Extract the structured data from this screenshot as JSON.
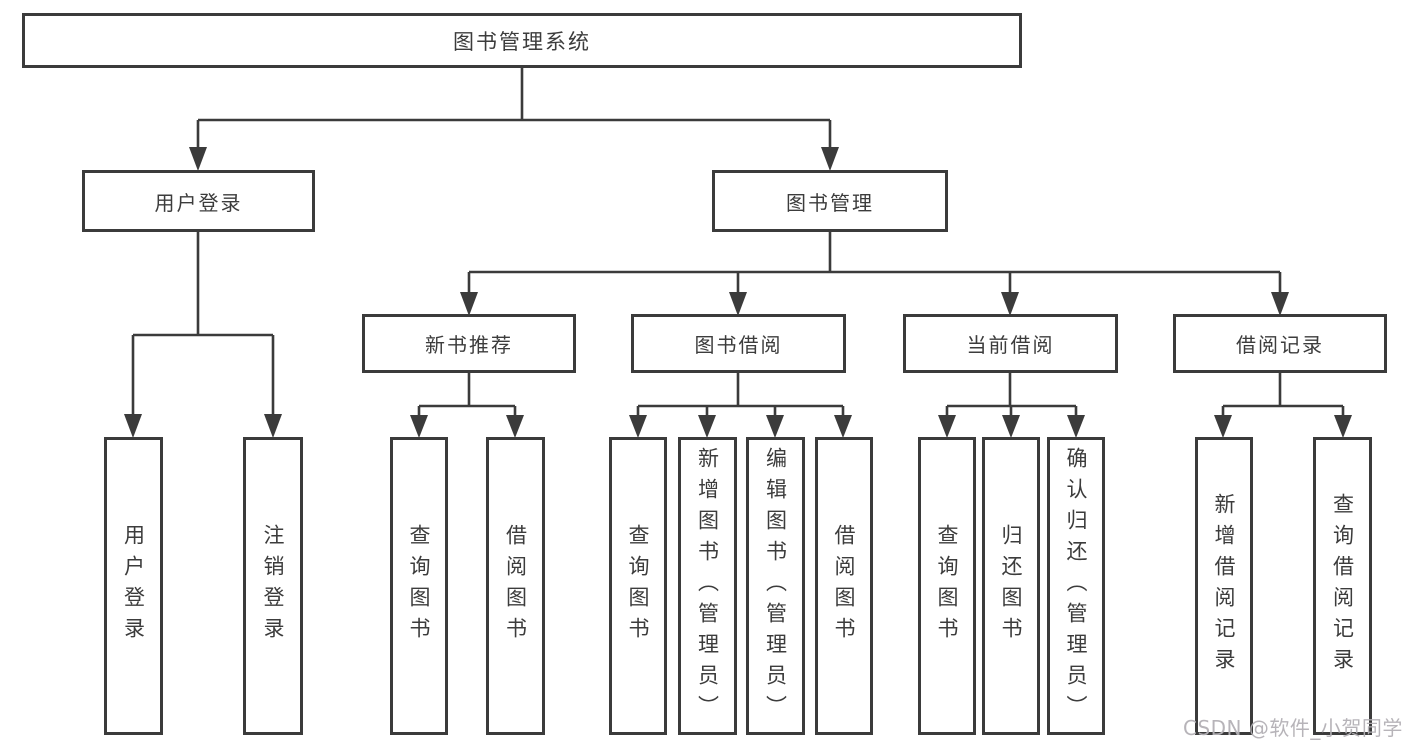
{
  "diagram": {
    "watermark": "CSDN @软件_小贺同学",
    "colors": {
      "line": "#3b3b3b",
      "text": "#3c3c3c",
      "watermark": "#b4b1b6",
      "background": "#ffffff"
    },
    "tree": {
      "label": "图书管理系统",
      "children": [
        {
          "label": "用户登录",
          "children": [
            {
              "label": "用户登录"
            },
            {
              "label": "注销登录"
            }
          ]
        },
        {
          "label": "图书管理",
          "children": [
            {
              "label": "新书推荐",
              "children": [
                {
                  "label": "查询图书"
                },
                {
                  "label": "借阅图书"
                }
              ]
            },
            {
              "label": "图书借阅",
              "children": [
                {
                  "label": "查询图书"
                },
                {
                  "label": "新增图书（管理员）"
                },
                {
                  "label": "编辑图书（管理员）"
                },
                {
                  "label": "借阅图书"
                }
              ]
            },
            {
              "label": "当前借阅",
              "children": [
                {
                  "label": "查询图书"
                },
                {
                  "label": "归还图书"
                },
                {
                  "label": "确认归还（管理员）"
                }
              ]
            },
            {
              "label": "借阅记录",
              "children": [
                {
                  "label": "新增借阅记录"
                },
                {
                  "label": "查询借阅记录"
                }
              ]
            }
          ]
        }
      ]
    }
  }
}
